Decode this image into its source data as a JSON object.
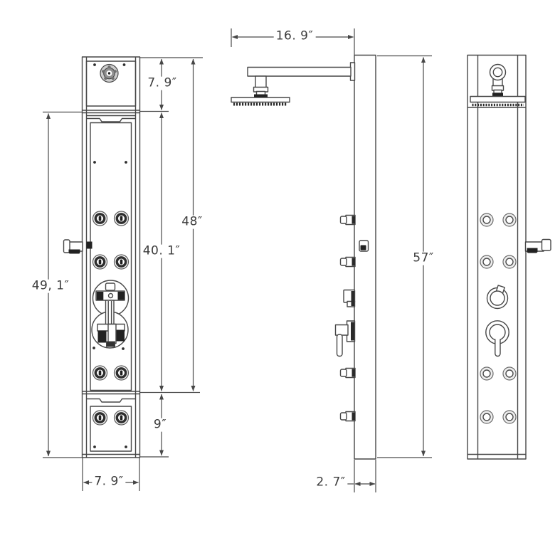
{
  "meta": {
    "subject": "Shower panel three-view dimensional drawing",
    "background_color": "#ffffff",
    "line_color": "#474747",
    "dark_fill_color": "#222222",
    "text_color": "#3c3c3c"
  },
  "dims": {
    "top_section": "7. 9″",
    "upper_span": "48″",
    "main_span": "40. 1″",
    "left_total": "49, 1″",
    "bottom_section": "9″",
    "panel_width": "7. 9″",
    "arm_reach": "16. 9″",
    "overall_height": "57″",
    "panel_depth": "2. 7″"
  }
}
